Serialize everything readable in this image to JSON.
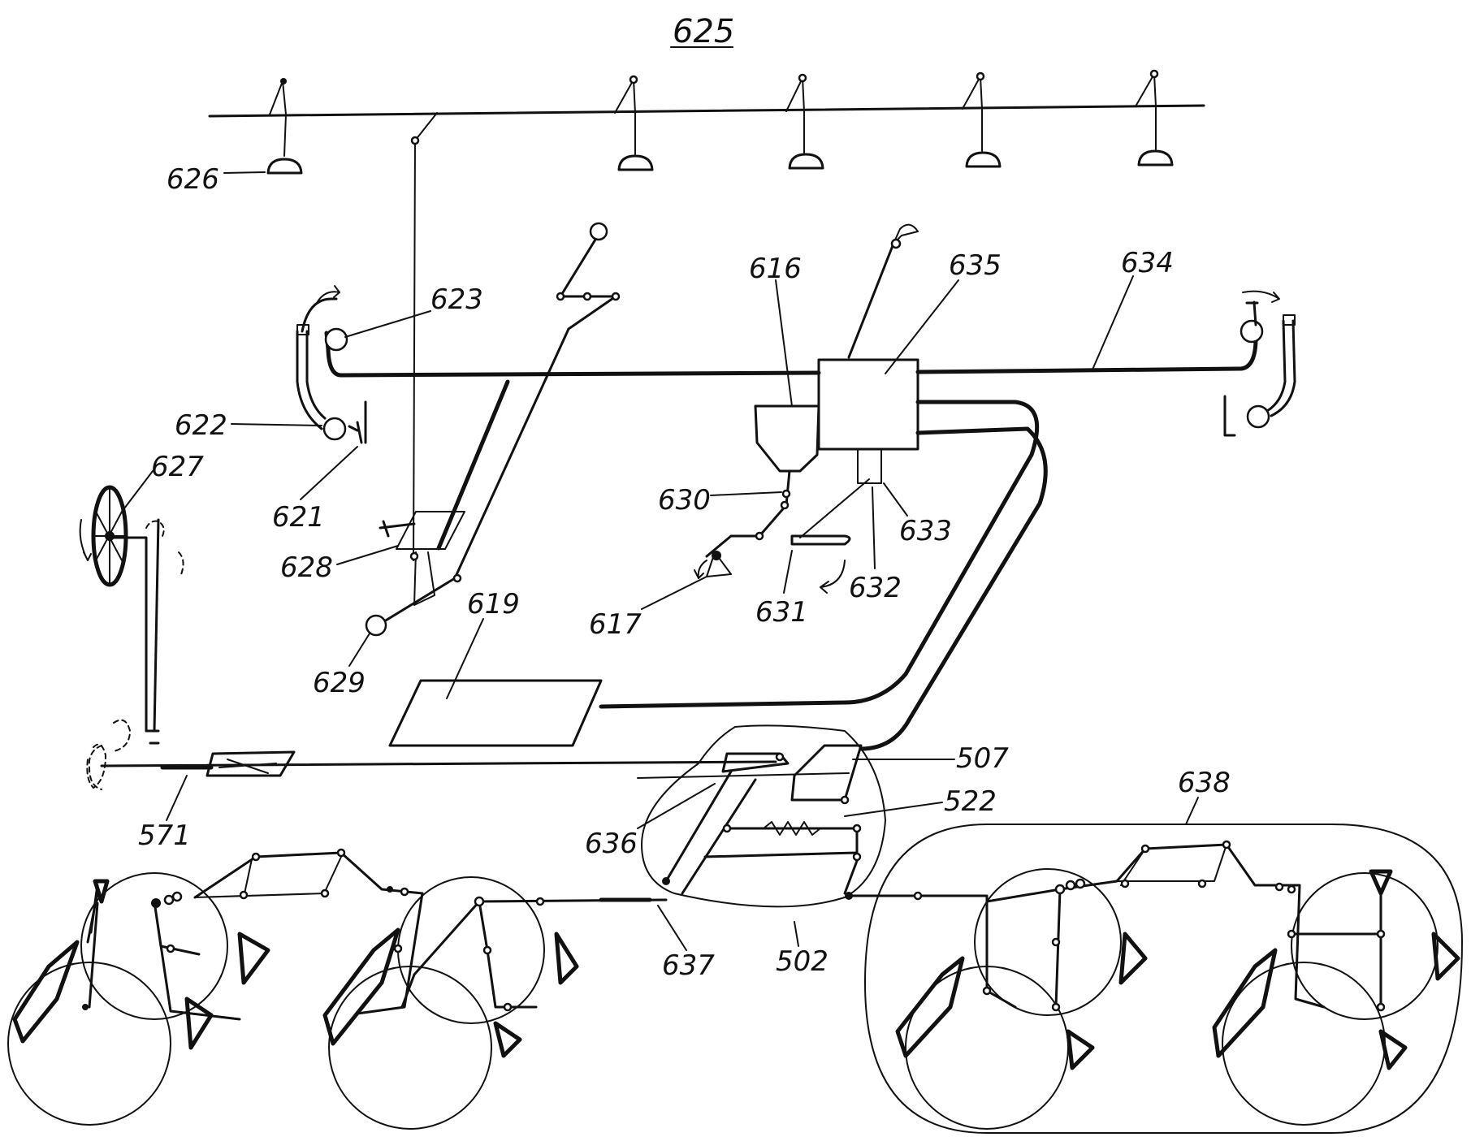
{
  "figure": {
    "title": "625",
    "labels": {
      "l626": "626",
      "l623": "623",
      "l622": "622",
      "l627": "627",
      "l621": "621",
      "l628": "628",
      "l629": "629",
      "l619": "619",
      "l616": "616",
      "l635": "635",
      "l634": "634",
      "l630": "630",
      "l617": "617",
      "l631": "631",
      "l632": "632",
      "l633": "633",
      "l571": "571",
      "l507": "507",
      "l522": "522",
      "l636": "636",
      "l637": "637",
      "l502": "502",
      "l638": "638"
    }
  }
}
